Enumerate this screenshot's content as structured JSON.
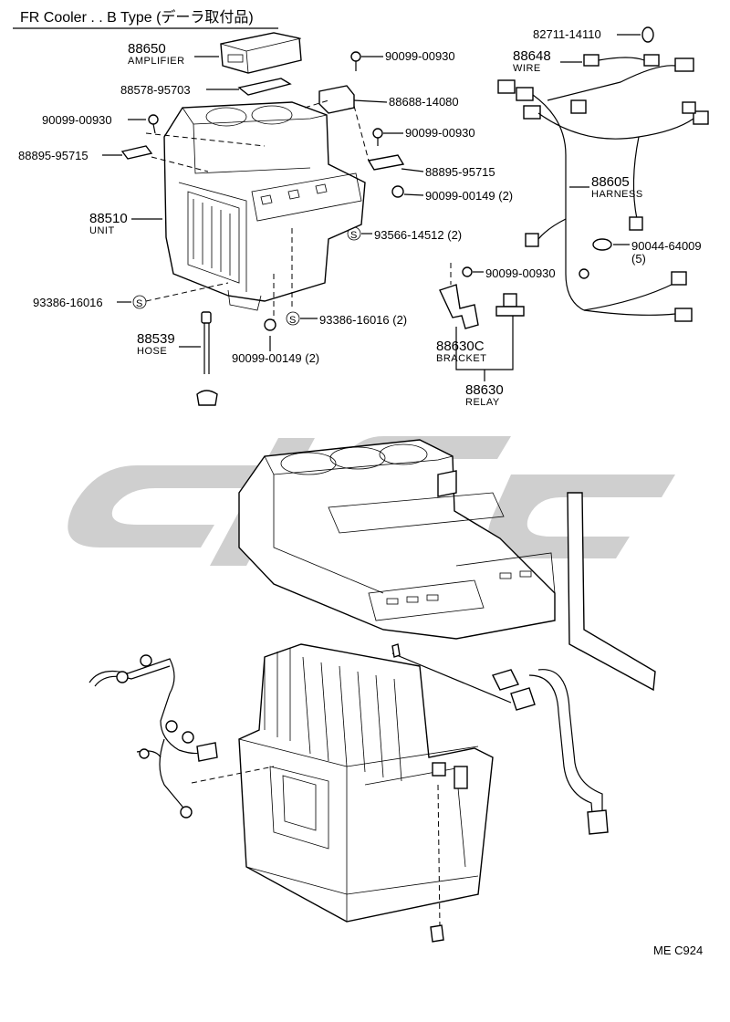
{
  "header": {
    "title": "FR Cooler . . B Type (デーラ取付品)"
  },
  "watermark": {
    "color": "#cfcfcf"
  },
  "callouts": {
    "p88650": {
      "number": "88650",
      "name": "AMPLIFIER"
    },
    "p88578": {
      "number": "88578-95703"
    },
    "p90099_00930_a": {
      "number": "90099-00930"
    },
    "p88688": {
      "number": "88688-14080"
    },
    "p90099_00930_b": {
      "number": "90099-00930"
    },
    "p90099_00930_c": {
      "number": "90099-00930"
    },
    "p88895_a": {
      "number": "88895-95715"
    },
    "p88895_b": {
      "number": "88895-95715"
    },
    "p90099_00149_a": {
      "number": "90099-00149 (2)"
    },
    "p88510": {
      "number": "88510",
      "name": "UNIT"
    },
    "p93566": {
      "number": "93566-14512 (2)"
    },
    "p93386_a": {
      "number": "93386-16016"
    },
    "p93386_b": {
      "number": "93386-16016 (2)"
    },
    "p88539": {
      "number": "88539",
      "name": "HOSE"
    },
    "p90099_00149_b": {
      "number": "90099-00149 (2)"
    },
    "p82711": {
      "number": "82711-14110"
    },
    "p88648": {
      "number": "88648",
      "name": "WIRE"
    },
    "p88605": {
      "number": "88605",
      "name": "HARNESS"
    },
    "p90044": {
      "number": "90044-64009",
      "qty": "(5)"
    },
    "p90099_00930_d": {
      "number": "90099-00930"
    },
    "p88630C": {
      "number": "88630C",
      "name": "BRACKET"
    },
    "p88630": {
      "number": "88630",
      "name": "RELAY"
    }
  },
  "screw_symbol": "S",
  "footer": {
    "code": "ME C924"
  }
}
